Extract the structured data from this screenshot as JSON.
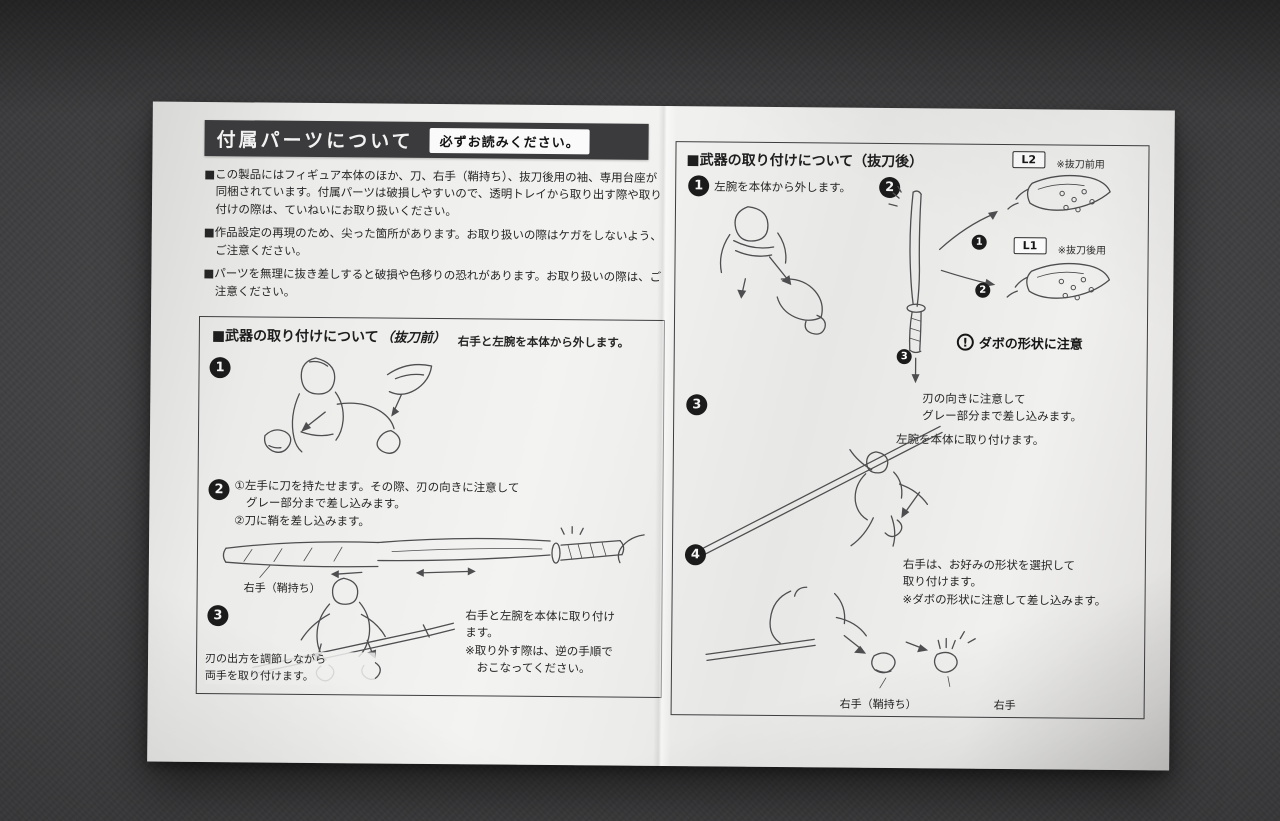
{
  "header": {
    "title": "付属パーツについて",
    "notice": "必ずお読みください。"
  },
  "intro": {
    "p1": "■この製品にはフィギュア本体のほか、刀、右手（鞘持ち）、抜刀後用の袖、専用台座が同梱されています。付属パーツは破損しやすいので、透明トレイから取り出す際や取り付けの際は、ていねいにお取り扱いください。",
    "p2": "■作品設定の再現のため、尖った箇所があります。お取り扱いの際はケガをしないよう、ご注意ください。",
    "p3": "■パーツを無理に抜き差しすると破損や色移りの恐れがあります。お取り扱いの際は、ご注意ください。"
  },
  "pre_draw": {
    "title": "■武器の取り付けについて",
    "subtitle": "（抜刀前）",
    "step1": {
      "num": "1",
      "note": "右手と左腕を本体から外します。"
    },
    "step2": {
      "num": "2",
      "text": "①左手に刀を持たせます。その際、刃の向きに注意して\n　グレー部分まで差し込みます。\n②刀に鞘を差し込みます。",
      "sword_label": "右手（鞘持ち）"
    },
    "step3": {
      "num": "3",
      "text": "右手と左腕を本体に取り付け\nます。\n※取り外す際は、逆の手順で\n　おこなってください。",
      "note": "刃の出方を調節しながら\n両手を取り付けます。"
    }
  },
  "post_draw": {
    "title": "■武器の取り付けについて（抜刀後）",
    "step1": {
      "num": "1",
      "text": "左腕を本体から外します。"
    },
    "step2": {
      "num": "2",
      "l2": {
        "tag": "L2",
        "note": "※抜刀前用"
      },
      "l1": {
        "tag": "L1",
        "note": "※抜刀後用"
      },
      "markers": {
        "m1": "1",
        "m2": "2",
        "m3": "3"
      },
      "warning_mark": "!",
      "warning": "ダボの形状に注意",
      "note": "刃の向きに注意して\nグレー部分まで差し込みます。"
    },
    "step3": {
      "num": "3",
      "note": "左腕を本体に取り付けます。"
    },
    "step4": {
      "num": "4",
      "text": "右手は、お好みの形状を選択して\n取り付けます。\n※ダボの形状に注意して差し込みます。",
      "label_sheath": "右手（鞘持ち）",
      "label_hand": "右手"
    }
  }
}
